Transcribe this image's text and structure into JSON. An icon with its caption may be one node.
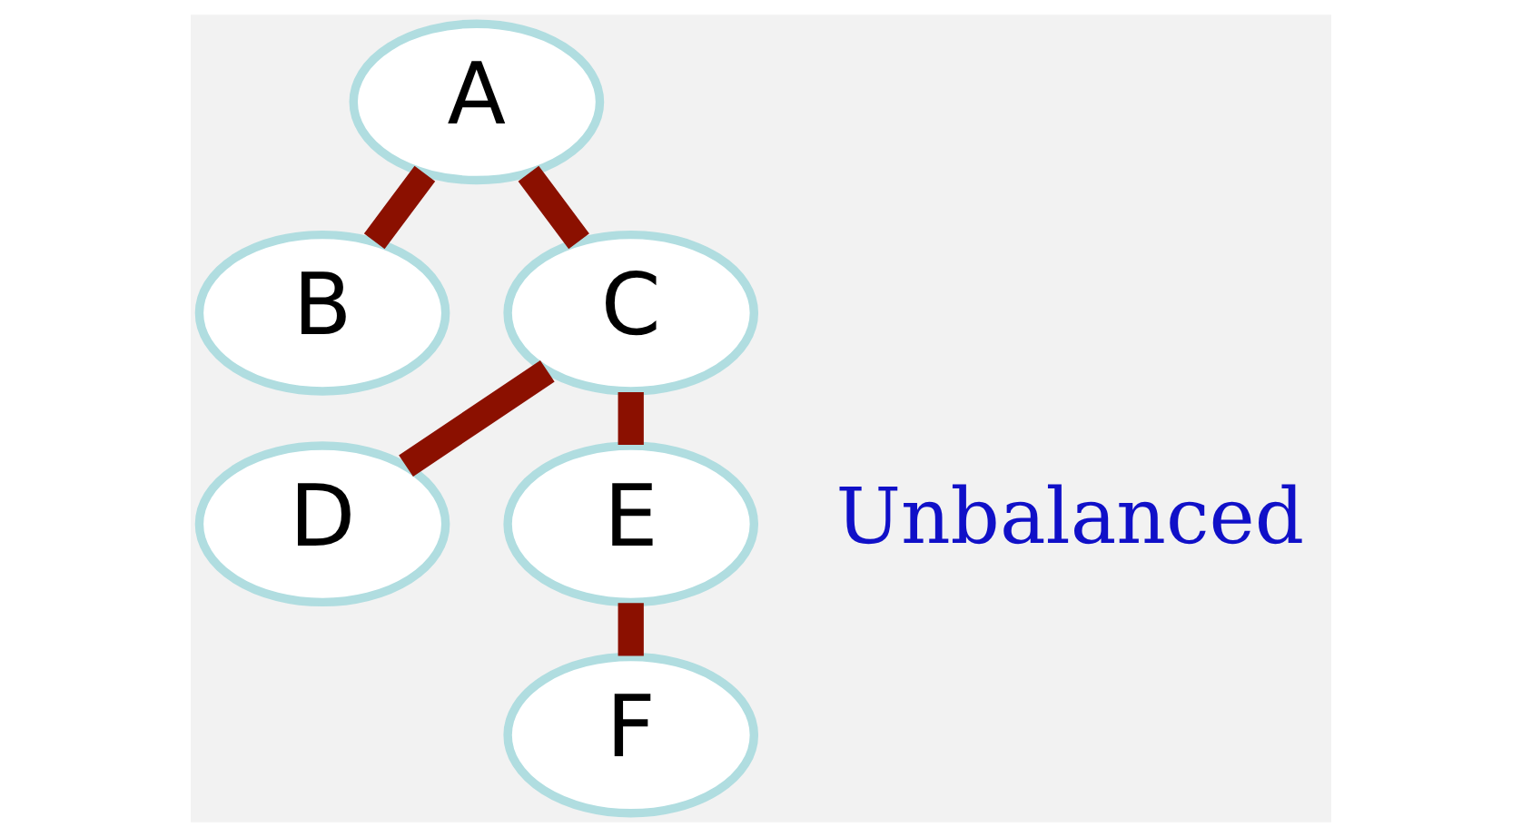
{
  "diagram": {
    "nodes": [
      {
        "text": [
          "A"
        ]
      },
      {
        "text": [
          "B"
        ]
      },
      {
        "text": [
          "C"
        ]
      },
      {
        "text": [
          "D"
        ]
      },
      {
        "text": [
          "E"
        ]
      },
      {
        "text": [
          "F"
        ]
      }
    ],
    "edges": [
      {
        "from": 0,
        "to": 1,
        "arrow": "none"
      },
      {
        "from": 0,
        "to": 2,
        "arrow": "none"
      },
      {
        "from": 2,
        "to": 3,
        "arrow": "none"
      },
      {
        "from": 2,
        "to": 4,
        "arrow": "none"
      },
      {
        "from": 4,
        "to": 5,
        "arrow": "none"
      }
    ],
    "labels": [
      "Unbalanced"
    ]
  }
}
